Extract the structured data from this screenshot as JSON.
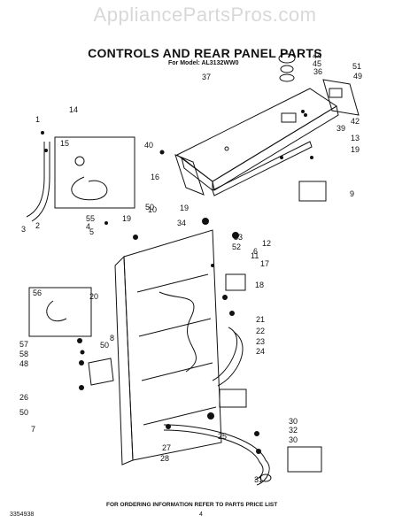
{
  "watermark": "AppliancePartsPros.com",
  "title": "CONTROLS AND REAR PANEL PARTS",
  "subtitle": "For Model: AL3132WW0",
  "ref_note": "FOR ORDERING INFORMATION REFER TO PARTS PRICE LIST",
  "doc_number": "3354938",
  "page_number": "4",
  "part_numbers": [
    "1",
    "2",
    "3",
    "4",
    "5",
    "6",
    "7",
    "8",
    "9",
    "10",
    "11",
    "12",
    "13",
    "14",
    "15",
    "16",
    "17",
    "18",
    "19",
    "19",
    "19",
    "20",
    "21",
    "22",
    "23",
    "24",
    "25",
    "26",
    "27",
    "28",
    "30",
    "30",
    "31",
    "32",
    "33",
    "34",
    "36",
    "37",
    "39",
    "40",
    "42",
    "44",
    "45",
    "48",
    "49",
    "50",
    "50",
    "50",
    "51",
    "52",
    "55",
    "56",
    "57",
    "58"
  ]
}
